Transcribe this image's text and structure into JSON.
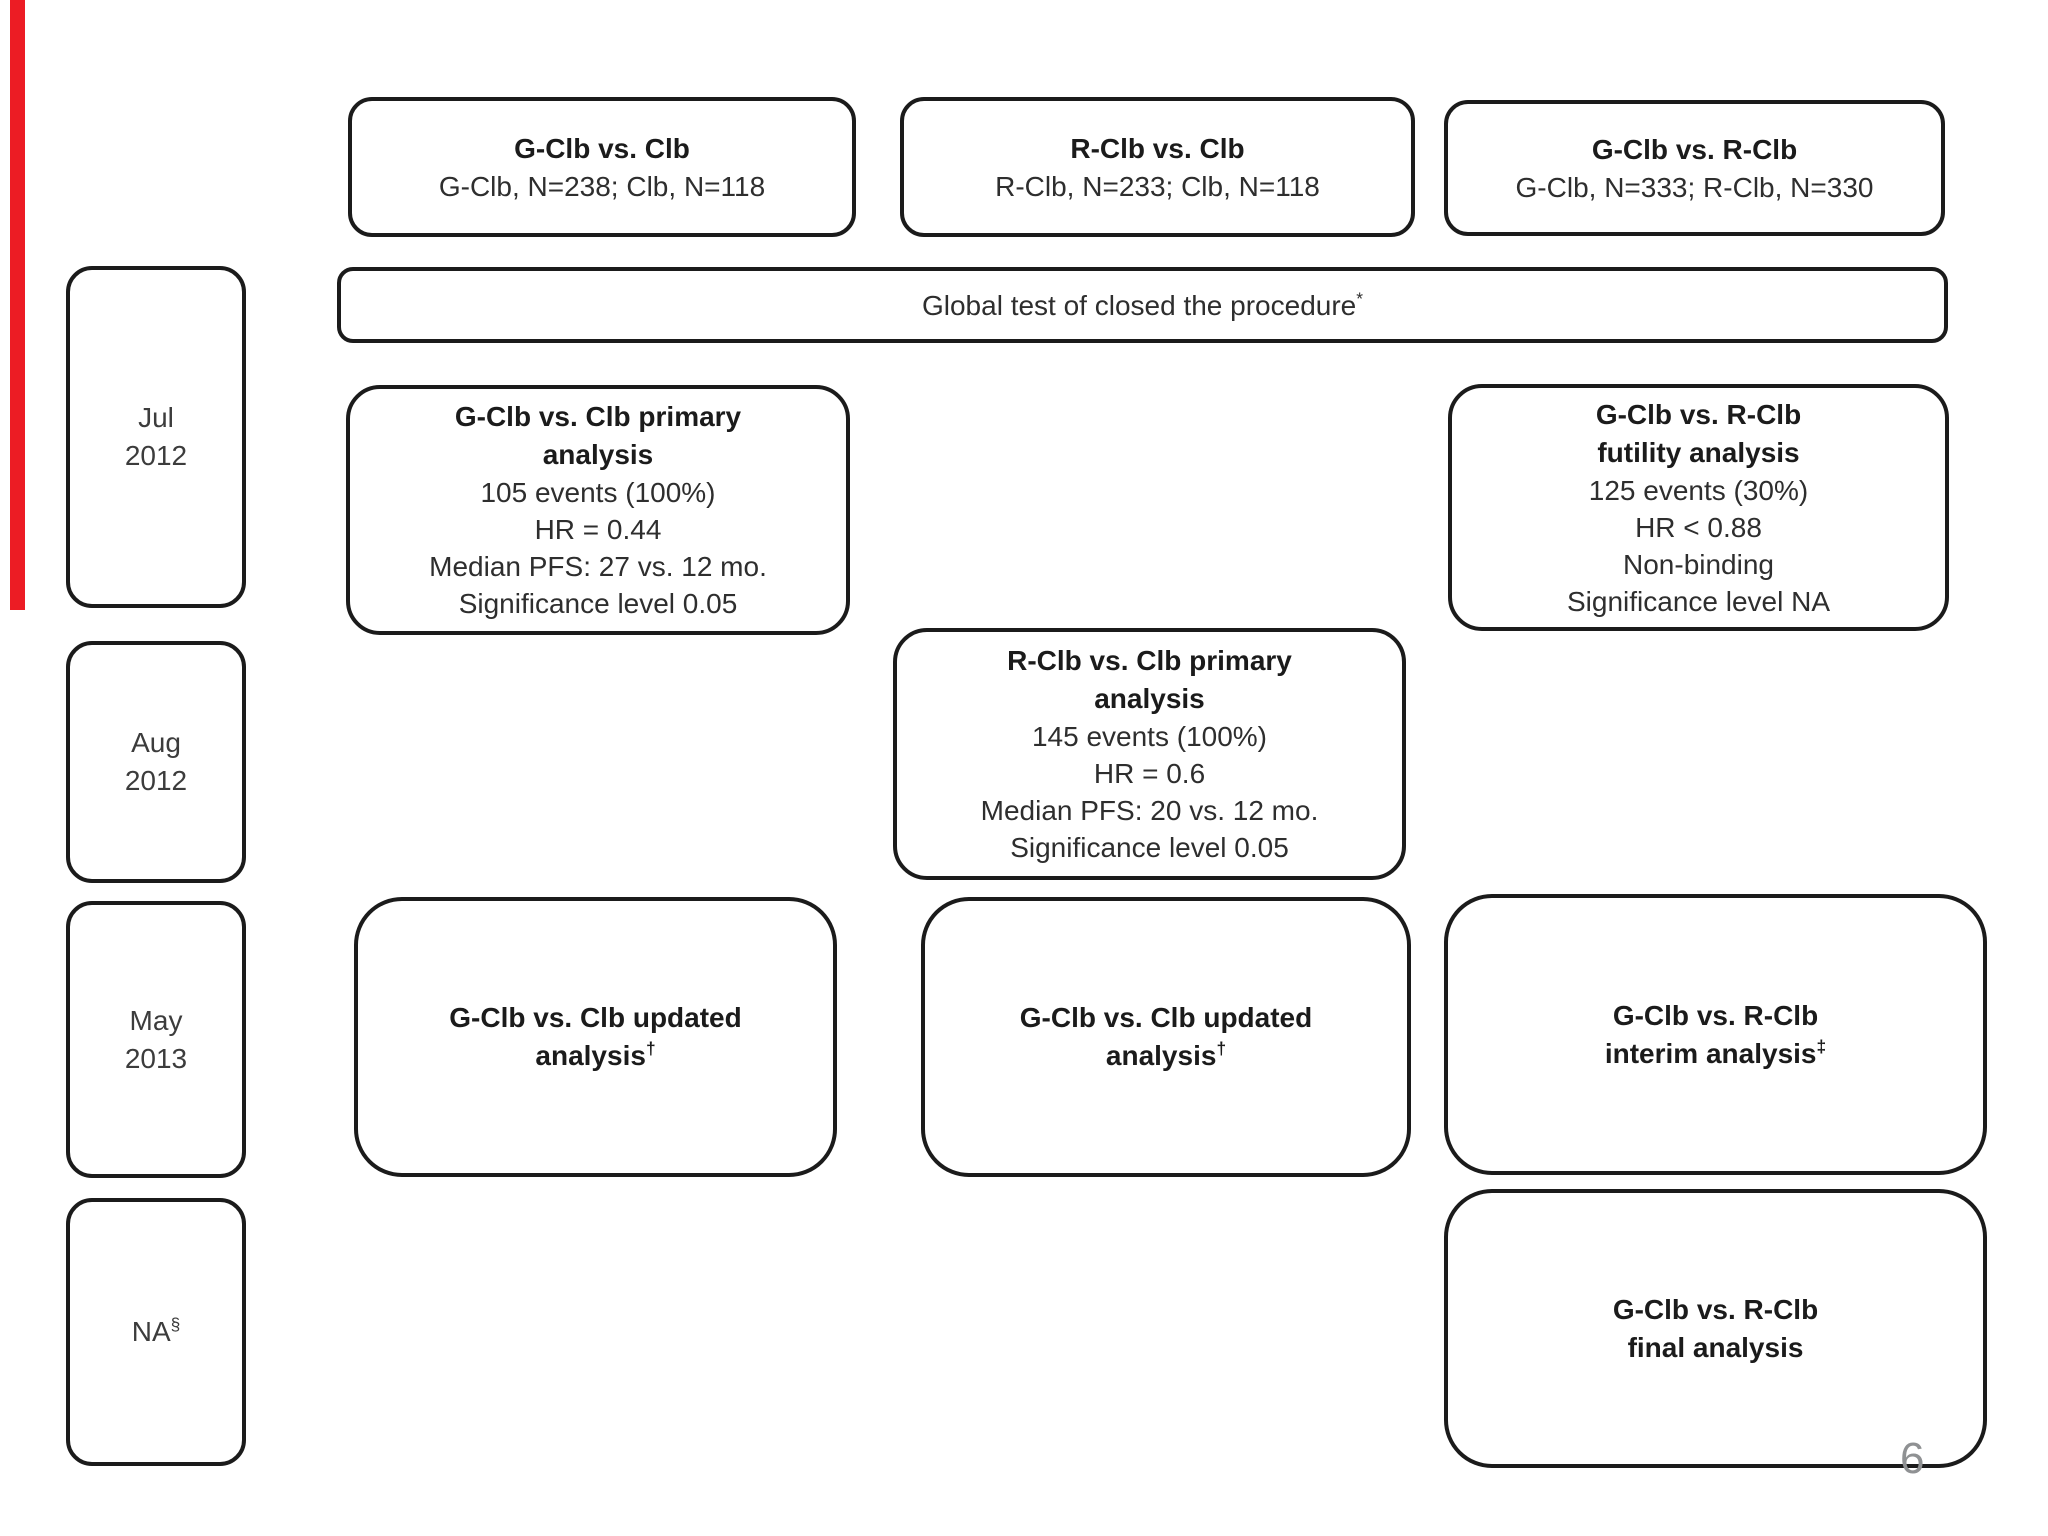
{
  "slide": {
    "page_number": "6",
    "accent_bar_color": "#ec1c24"
  },
  "headers": [
    {
      "title": "G-Clb vs. Clb",
      "subtitle": "G-Clb, N=238; Clb, N=118"
    },
    {
      "title": "R-Clb vs. Clb",
      "subtitle": "R-Clb, N=233; Clb, N=118"
    },
    {
      "title": "G-Clb vs. R-Clb",
      "subtitle": "G-Clb, N=333; R-Clb, N=330"
    }
  ],
  "global_test": {
    "text": "Global test of closed the procedure",
    "sup": "*"
  },
  "timeline": [
    {
      "line1": "Jul",
      "line2": "2012"
    },
    {
      "line1": "Aug",
      "line2": "2012"
    },
    {
      "line1": "May",
      "line2": "2013"
    },
    {
      "label": "NA",
      "sup": "§"
    }
  ],
  "analyses": {
    "gclb_primary": {
      "title1": "G-Clb vs. Clb primary",
      "title2": "analysis",
      "details": [
        "105 events (100%)",
        "HR = 0.44",
        "Median PFS: 27 vs. 12 mo.",
        "Significance level 0.05"
      ]
    },
    "rclb_primary": {
      "title1": "R-Clb vs. Clb primary",
      "title2": "analysis",
      "details": [
        "145 events (100%)",
        "HR = 0.6",
        "Median PFS: 20 vs. 12 mo.",
        "Significance level 0.05"
      ]
    },
    "futility": {
      "title1": "G-Clb vs. R-Clb",
      "title2": "futility analysis",
      "details": [
        "125 events (30%)",
        "HR < 0.88",
        "Non-binding",
        "Significance level NA"
      ]
    },
    "updated_col1": {
      "line1": "G-Clb vs. Clb updated",
      "line2": "analysis",
      "sup": "†"
    },
    "updated_col2": {
      "line1": "G-Clb vs. Clb updated",
      "line2": "analysis",
      "sup": "†"
    },
    "interim": {
      "line1": "G-Clb vs. R-Clb",
      "line2": "interim analysis",
      "sup": "‡"
    },
    "final": {
      "line1": "G-Clb vs. R-Clb",
      "line2": "final analysis"
    }
  }
}
